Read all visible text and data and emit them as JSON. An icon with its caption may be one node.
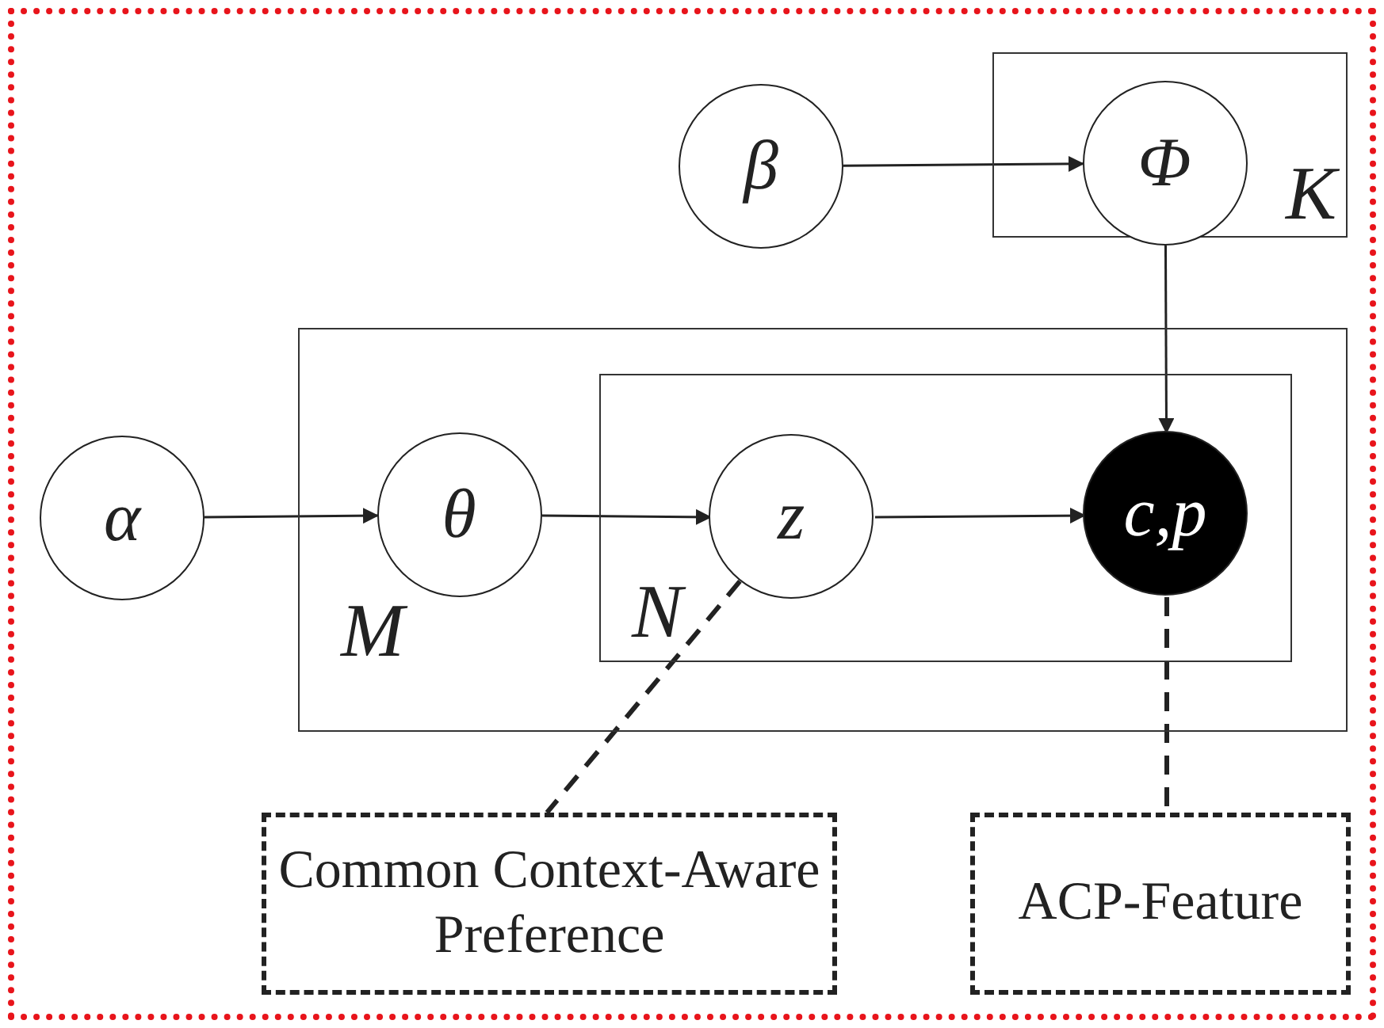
{
  "diagram": {
    "nodes": [
      {
        "text": [
          "K"
        ]
      },
      {
        "text": [
          "β"
        ]
      },
      {
        "text": [
          "Φ"
        ],
        "in": 0
      },
      {
        "text": [
          "M"
        ]
      },
      {
        "text": [
          "α"
        ]
      },
      {
        "text": [
          "θ"
        ],
        "in": 3
      },
      {
        "text": [
          "N"
        ],
        "in": 3
      },
      {
        "text": [
          "z"
        ],
        "in": 6
      },
      {
        "text": [
          "c,p"
        ],
        "in": 6
      },
      {
        "text": [
          "Common Context-Aware Preference"
        ]
      },
      {
        "text": [
          "ACP-Feature"
        ]
      }
    ],
    "edges": [
      {
        "from": 1,
        "to": 2,
        "arrow": "to"
      },
      {
        "from": 2,
        "to": 8,
        "arrow": "to"
      },
      {
        "from": 4,
        "to": 5,
        "arrow": "to"
      },
      {
        "from": 5,
        "to": 7,
        "arrow": "to"
      },
      {
        "from": 7,
        "to": 8,
        "arrow": "to"
      },
      {
        "from": 7,
        "to": 9,
        "arrow": "none",
        "style": "dashed"
      },
      {
        "from": 8,
        "to": 10,
        "arrow": "none",
        "style": "dashed"
      }
    ]
  }
}
